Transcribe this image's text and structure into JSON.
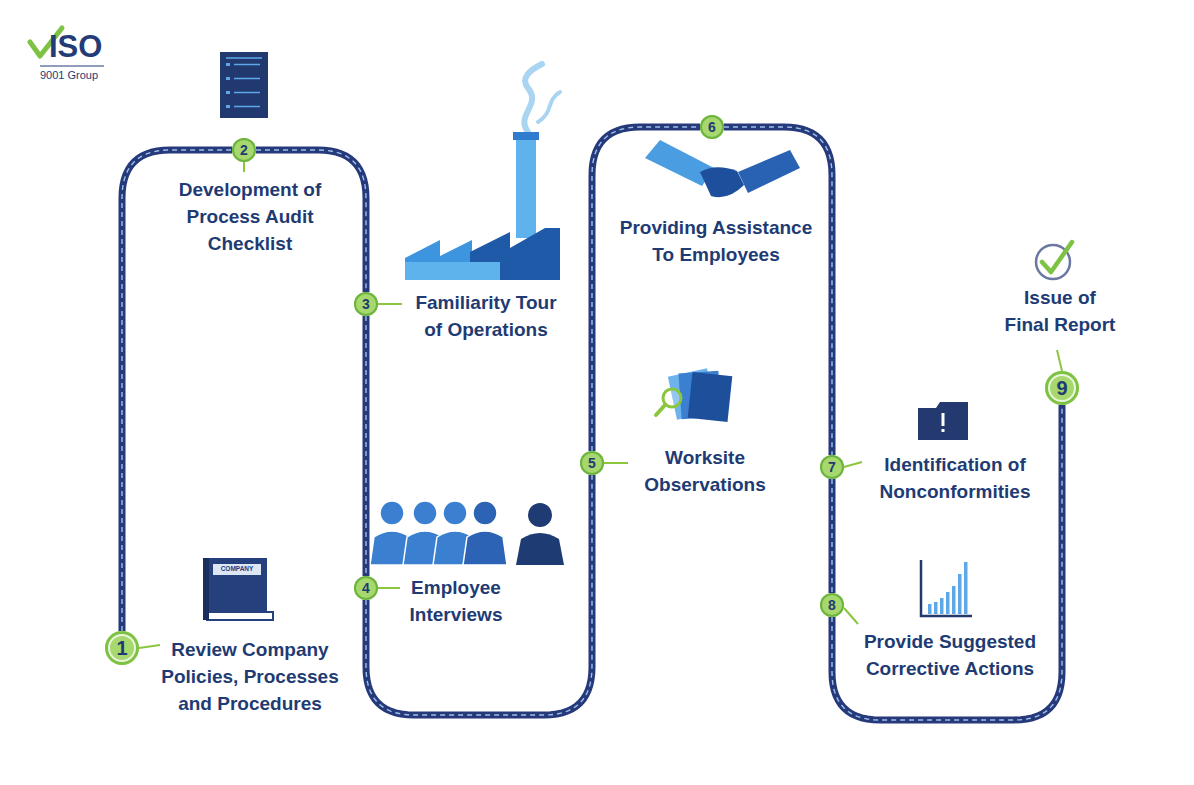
{
  "diagram": {
    "nodes": [
      {
        "text": [
          "1",
          "Review Company Policies, Processes and Procedures"
        ]
      },
      {
        "text": [
          "2",
          "Development of Process Audit Checklist"
        ]
      },
      {
        "text": [
          "3",
          "Familiarity Tour of Operations"
        ]
      },
      {
        "text": [
          "4",
          "Employee Interviews"
        ]
      },
      {
        "text": [
          "5",
          "Worksite Observations"
        ]
      },
      {
        "text": [
          "6",
          "Providing Assistance To Employees"
        ]
      },
      {
        "text": [
          "7",
          "Identification of Nonconformities"
        ]
      },
      {
        "text": [
          "8",
          "Provide Suggested Corrective Actions"
        ]
      },
      {
        "text": [
          "9",
          "Issue of Final Report"
        ]
      }
    ],
    "edges": [
      {
        "from": 0,
        "to": 1,
        "arrow": "none"
      },
      {
        "from": 1,
        "to": 2,
        "arrow": "none"
      },
      {
        "from": 2,
        "to": 3,
        "arrow": "none"
      },
      {
        "from": 3,
        "to": 4,
        "arrow": "none"
      },
      {
        "from": 4,
        "to": 5,
        "arrow": "none"
      },
      {
        "from": 5,
        "to": 6,
        "arrow": "none"
      },
      {
        "from": 6,
        "to": 7,
        "arrow": "none"
      },
      {
        "from": 7,
        "to": 8,
        "arrow": "none"
      }
    ],
    "labels": [
      "ISO",
      "9001 Group",
      "COMPANY"
    ]
  }
}
